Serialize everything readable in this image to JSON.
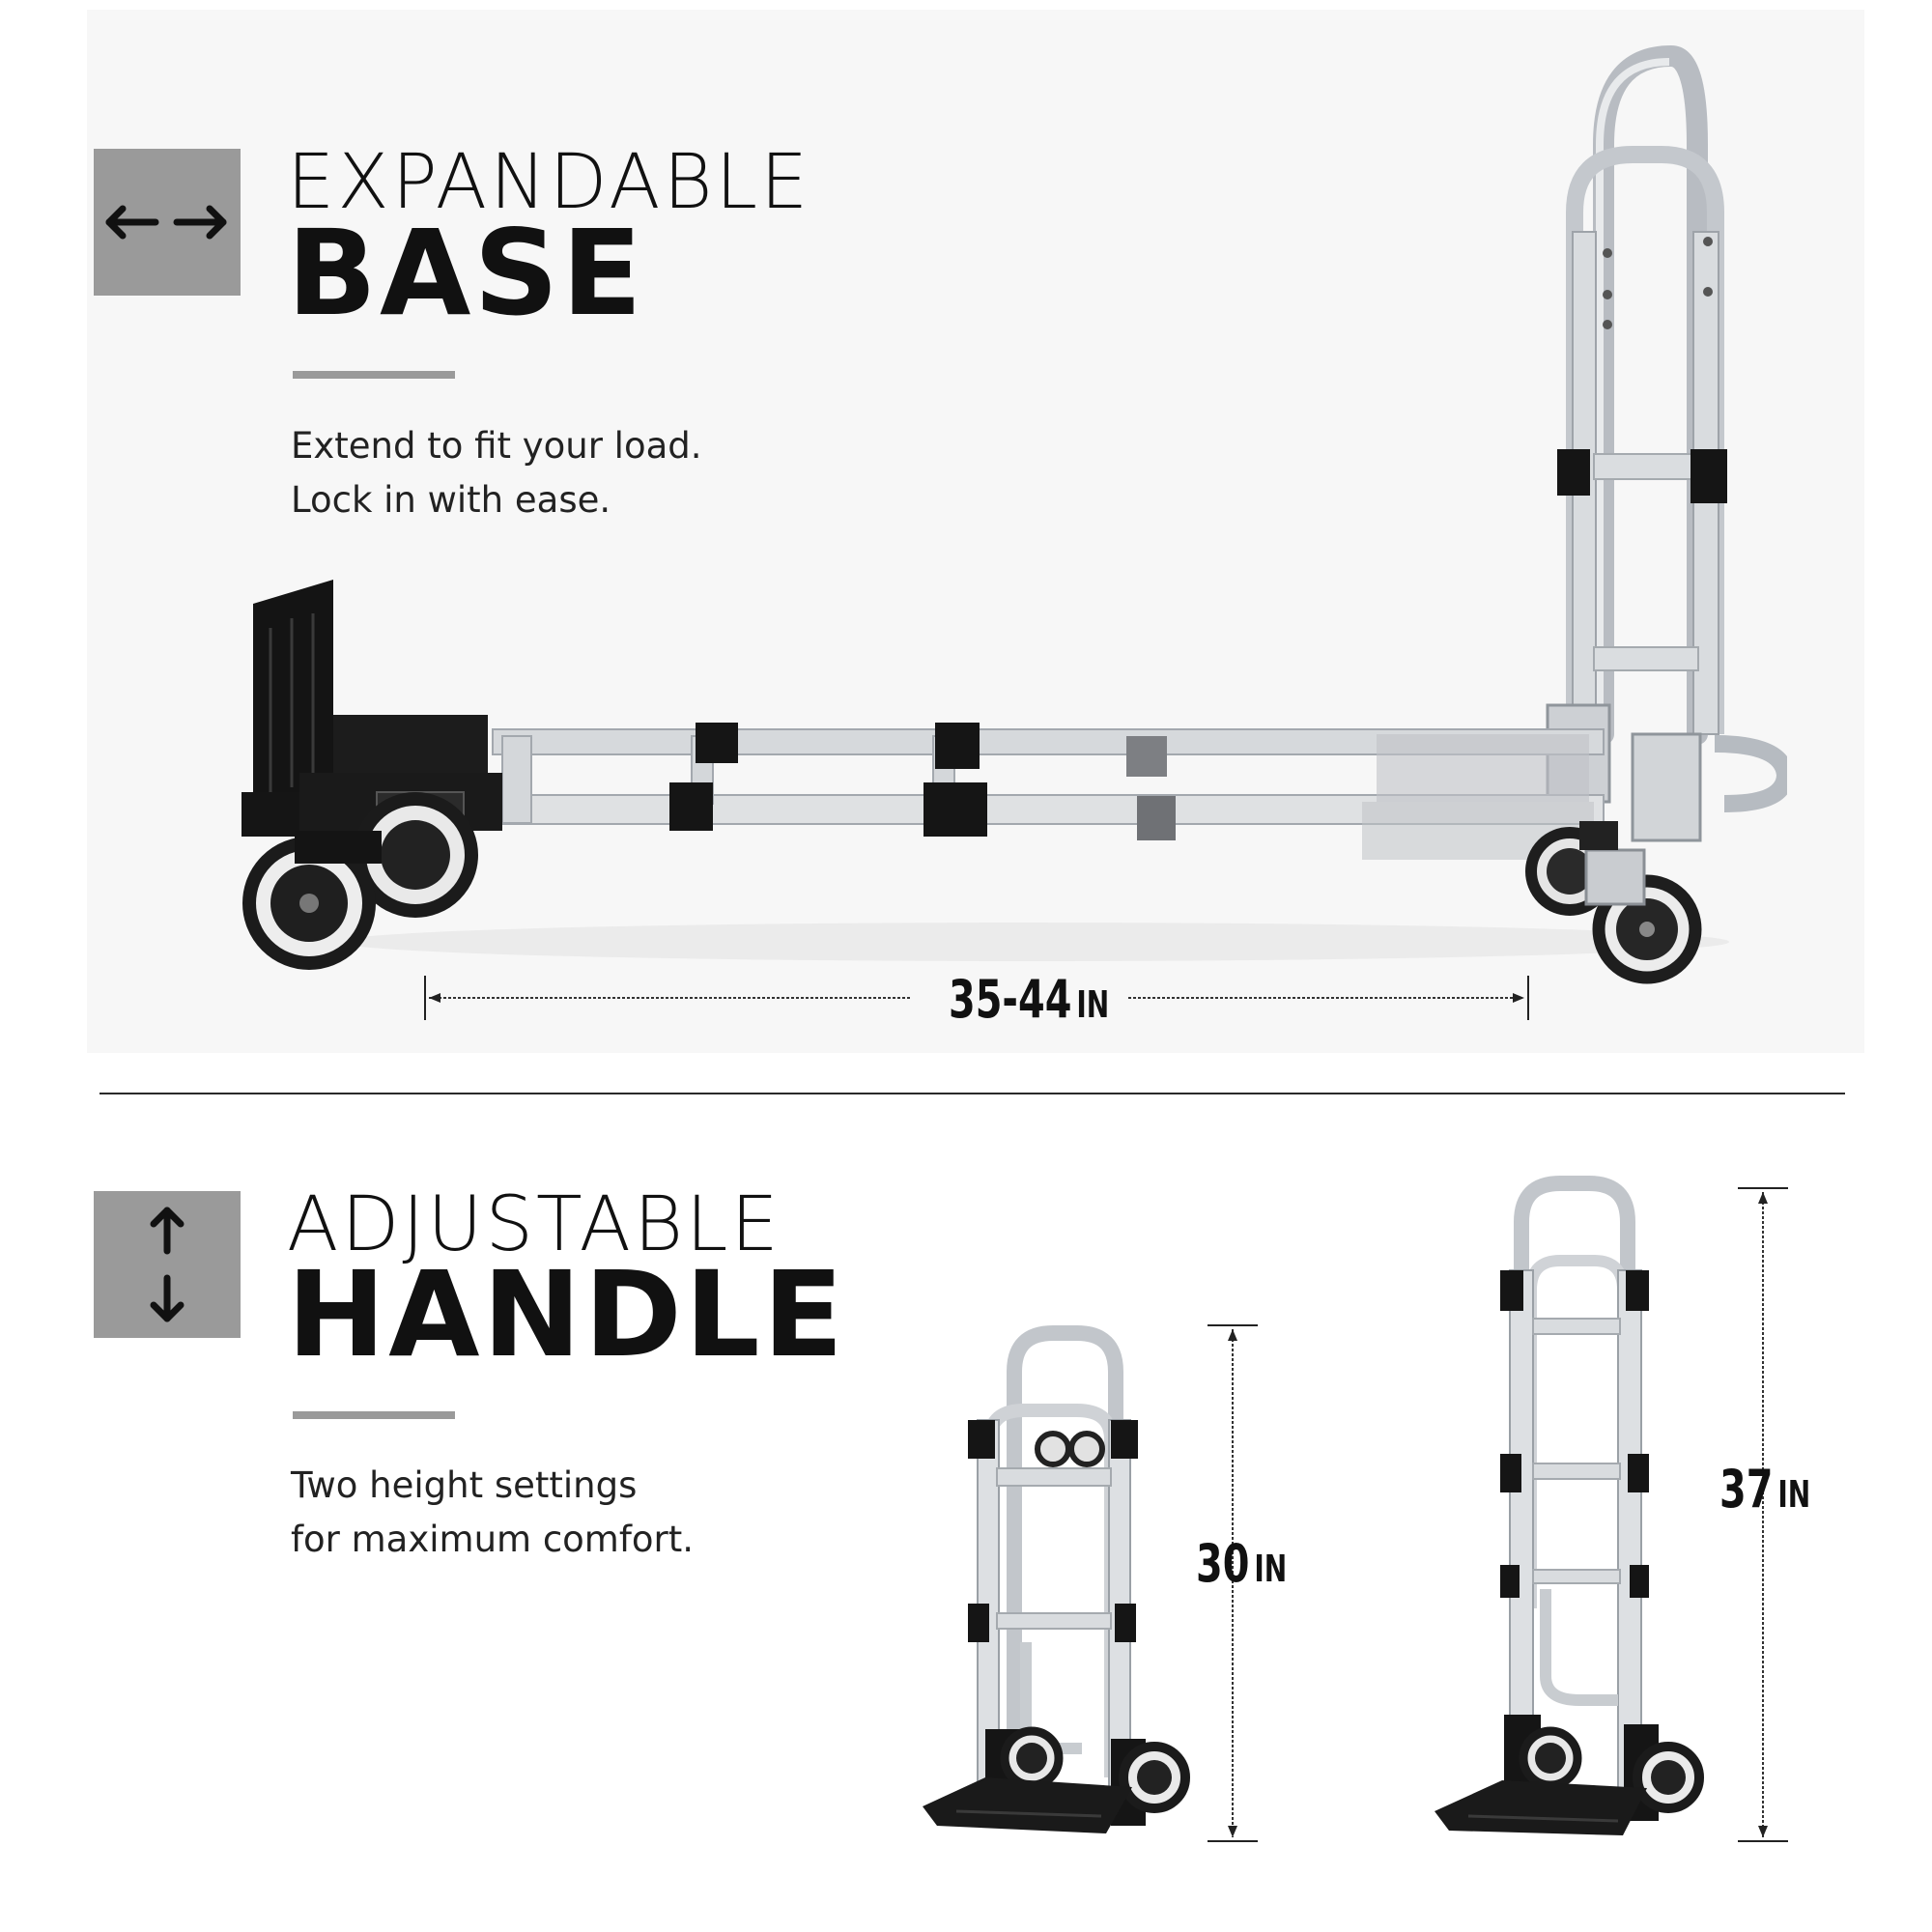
{
  "sections": {
    "base": {
      "icon": "horizontal-arrows-icon",
      "title_light": "EXPANDABLE",
      "title_bold": "BASE",
      "description_lines": [
        "Extend to fit your load.",
        "Lock in with ease."
      ],
      "dimension": {
        "value": "35-44",
        "unit": "IN"
      }
    },
    "handle": {
      "icon": "vertical-arrows-icon",
      "title_light": "ADJUSTABLE",
      "title_bold": "HANDLE",
      "description_lines": [
        "Two height settings",
        "for maximum comfort."
      ],
      "short_dimension": {
        "value": "30",
        "unit": "IN"
      },
      "tall_dimension": {
        "value": "37",
        "unit": "IN"
      }
    }
  },
  "colors": {
    "icon_box": "#9a9a9a",
    "text": "#111111",
    "frame": "#c9ccd0",
    "plastic": "#151515"
  }
}
